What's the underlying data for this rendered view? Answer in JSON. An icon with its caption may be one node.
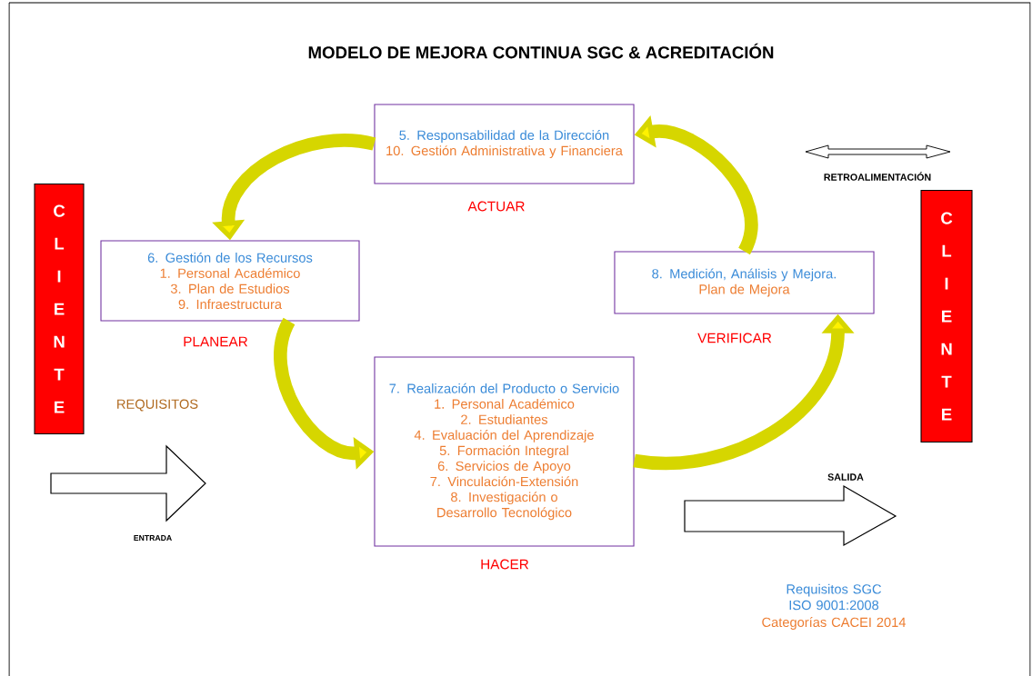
{
  "diagram": {
    "title": "MODELO DE MEJORA CONTINUA SGC & ACREDITACIÓN",
    "nodes": [
      {
        "text": [
          "C L I E N T E"
        ]
      },
      {
        "text": [
          "5. Responsabilidad de la Dirección",
          "10. Gestión Administrativa y Financiera"
        ],
        "beside": [
          "ACTUAR"
        ]
      },
      {
        "text": [
          "6. Gestión de los Recursos",
          "1. Personal Académico",
          "3. Plan de Estudios",
          "9. Infraestructura"
        ],
        "beside": [
          "PLANEAR"
        ]
      },
      {
        "text": [
          "8. Medición, Análisis y Mejora.",
          "Plan de Mejora"
        ],
        "beside": [
          "VERIFICAR"
        ]
      },
      {
        "text": [
          "7. Realización del Producto o Servicio",
          "1. Personal Académico",
          "2. Estudiantes",
          "4. Evaluación del Aprendizaje",
          "5. Formación Integral",
          "6. Servicios de Apoyo",
          "7. Vinculación-Extensión",
          "8. Investigación o Desarrollo Tecnológico"
        ],
        "beside": [
          "HACER"
        ]
      },
      {
        "text": [
          "C L I E N T E"
        ]
      }
    ],
    "edges": [
      {
        "from": 1,
        "to": 2,
        "arrow": "to"
      },
      {
        "from": 2,
        "to": 4,
        "arrow": "to"
      },
      {
        "from": 4,
        "to": 3,
        "arrow": "to"
      },
      {
        "from": 3,
        "to": 1,
        "arrow": "to"
      }
    ],
    "labels": [
      "RETROALIMENTACIÓN",
      "REQUISITOS",
      "SALIDA",
      "ENTRADA",
      "Requisitos SGC ISO 9001:2008",
      "Categorías CACEI 2014"
    ]
  }
}
